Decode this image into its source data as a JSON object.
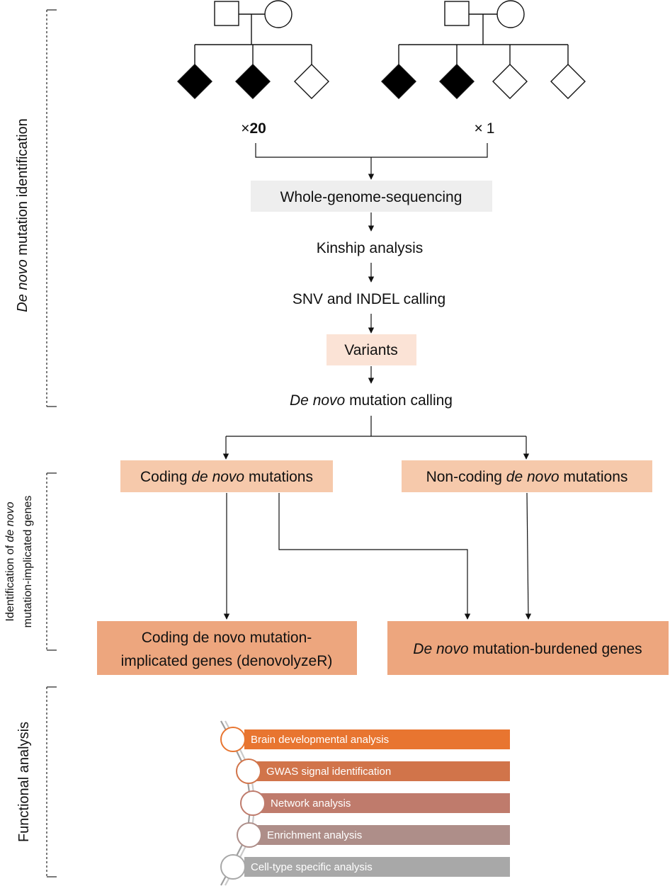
{
  "sections": {
    "denovo_identification": {
      "italic": "De novo",
      "rest": " mutation identification"
    },
    "gene_identification": {
      "line1_plain": "Identification of ",
      "line1_italic": "de novo",
      "line2": "mutation-implicated genes"
    },
    "functional": {
      "label": "Functional analysis"
    }
  },
  "pedigree": {
    "multiplier_left": {
      "symbol": "×",
      "value": "20"
    },
    "multiplier_right": {
      "symbol": "×",
      "value": "1"
    }
  },
  "steps": {
    "wgs": "Whole-genome-sequencing",
    "kinship": "Kinship analysis",
    "snv_indel": "SNV and INDEL calling",
    "variants": "Variants",
    "dnm_calling": {
      "italic": "De novo",
      "rest": " mutation calling"
    }
  },
  "mutation_boxes": {
    "coding": {
      "pre": "Coding ",
      "italic": "de novo",
      "post": " mutations"
    },
    "noncoding": {
      "pre": "Non-coding ",
      "italic": "de novo",
      "post": " mutations"
    }
  },
  "gene_boxes": {
    "coding_genes": {
      "line1": "Coding de novo mutation-",
      "line2": "implicated genes (denovolyzeR)"
    },
    "burdened": {
      "italic": "De novo",
      "rest": " mutation-burdened genes"
    }
  },
  "functional_analyses": [
    {
      "label": "Brain developmental analysis",
      "color": "#E87530"
    },
    {
      "label": "GWAS signal identification",
      "color": "#D1744A"
    },
    {
      "label": "Network analysis",
      "color": "#BF7B6C"
    },
    {
      "label": "Enrichment analysis",
      "color": "#AE8E89"
    },
    {
      "label": "Cell-type specific analysis",
      "color": "#A8A8A8"
    }
  ],
  "colors": {
    "wgs_box": "#EEEEEE",
    "variants_box": "#FBE3D6",
    "mutation_box": "#F6C9AB",
    "gene_box": "#EDA67E"
  }
}
